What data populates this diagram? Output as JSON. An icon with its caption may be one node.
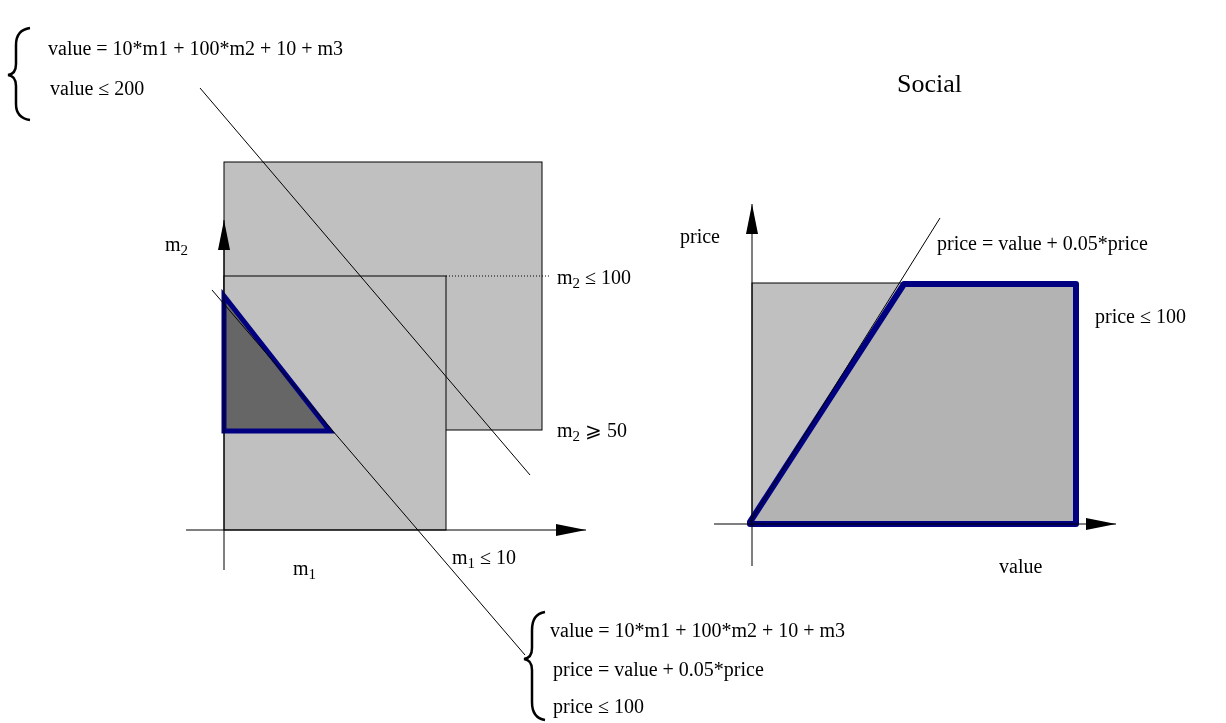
{
  "diagram": {
    "title": "Social",
    "labels": [
      "value = 10*m1 + 100*m2 + 10 + m3",
      "value ≤ 200",
      "m$_{2}$",
      "m$_{2}$ ≤ 100",
      "price",
      "price = value + 0.05*price",
      "price ≤ 100",
      "m$_{2}$ ⩾ 50",
      "m$_{1}$",
      "m$_{1}$ ≤ 10",
      "value",
      "value = 10*m1 + 100*m2 + 10 + m3",
      "price = value + 0.05*price",
      "price ≤ 100"
    ]
  }
}
